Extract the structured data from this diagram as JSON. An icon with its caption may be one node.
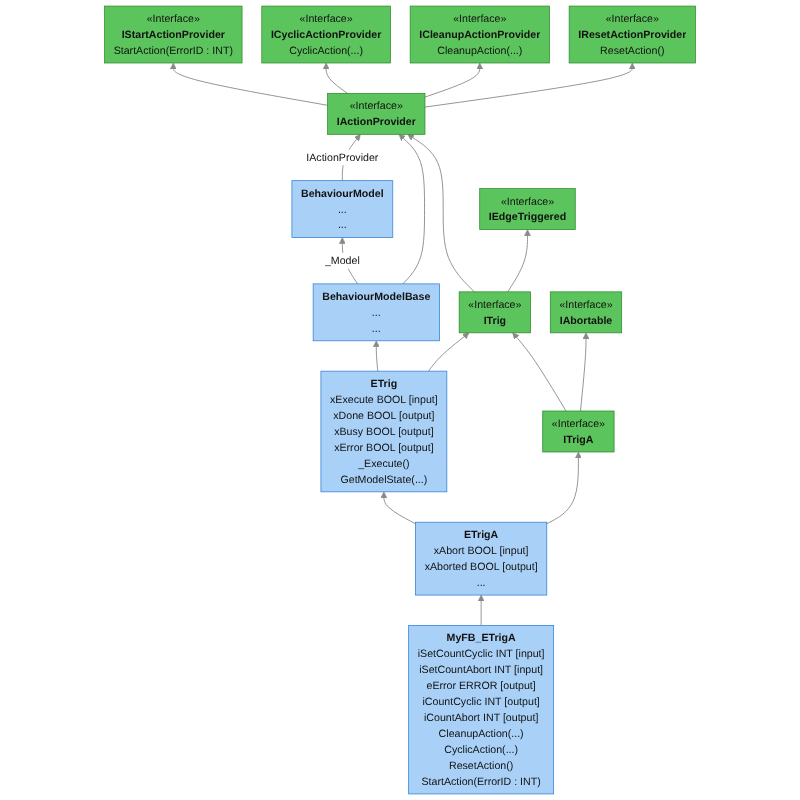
{
  "diagram": {
    "nodes": [
      {
        "text": [
          "«Interface»",
          "IActionProvider"
        ]
      },
      {
        "text": [
          "«Interface»",
          "IStartActionProvider",
          "StartAction(ErrorID : INT)"
        ]
      },
      {
        "text": [
          "ETrig",
          "xExecute BOOL [input]",
          "xDone BOOL [output]",
          "xBusy BOOL [output]",
          "xError BOOL [output]",
          "_Execute()",
          "GetModelState(...)"
        ]
      },
      {
        "text": [
          "«Interface»",
          "ITrig"
        ]
      },
      {
        "text": [
          "«Interface»",
          "IEdgeTriggered"
        ]
      },
      {
        "text": [
          "«Interface»",
          "ICyclicActionProvider",
          "CyclicAction(...)"
        ]
      },
      {
        "text": [
          "«Interface»",
          "ITrigA"
        ]
      },
      {
        "text": [
          "«Interface»",
          "IAbortable"
        ]
      },
      {
        "text": [
          "«Interface»",
          "ICleanupActionProvider",
          "CleanupAction(...)"
        ]
      },
      {
        "text": [
          "ETrigA",
          "xAbort BOOL [input]",
          "xAborted BOOL [output]",
          "..."
        ]
      },
      {
        "text": [
          "MyFB_ETrigA",
          "iSetCountCyclic INT [input]",
          "iSetCountAbort INT [input]",
          "eError ERROR [output]",
          "iCountCyclic INT [output]",
          "iCountAbort INT [output]",
          "CleanupAction(...)",
          "CyclicAction(...)",
          "ResetAction()",
          "StartAction(ErrorID : INT)"
        ]
      },
      {
        "text": [
          "«Interface»",
          "IResetActionProvider",
          "ResetAction()"
        ]
      },
      {
        "text": [
          "BehaviourModelBase",
          "...",
          "..."
        ]
      },
      {
        "text": [
          "BehaviourModel",
          "...",
          "..."
        ]
      }
    ],
    "edges": [
      {
        "from": 2,
        "to": 12,
        "arrow": "to"
      },
      {
        "from": 2,
        "to": 3,
        "arrow": "to"
      },
      {
        "from": 3,
        "to": 0,
        "arrow": "to"
      },
      {
        "from": 3,
        "to": 4,
        "arrow": "to"
      },
      {
        "from": 6,
        "to": 3,
        "arrow": "to"
      },
      {
        "from": 6,
        "to": 7,
        "arrow": "to"
      },
      {
        "from": 0,
        "to": 1,
        "arrow": "to"
      },
      {
        "from": 0,
        "to": 5,
        "arrow": "to"
      },
      {
        "from": 0,
        "to": 8,
        "arrow": "to"
      },
      {
        "from": 0,
        "to": 11,
        "arrow": "to"
      },
      {
        "from": 9,
        "to": 2,
        "arrow": "to"
      },
      {
        "from": 9,
        "to": 6,
        "arrow": "to"
      },
      {
        "from": 10,
        "to": 9,
        "arrow": "to"
      },
      {
        "from": 12,
        "to": 13,
        "arrow": "to",
        "label": "_Model"
      },
      {
        "from": 13,
        "to": 0,
        "arrow": "to",
        "label": "IActionProvider"
      },
      {
        "from": 12,
        "to": 0,
        "arrow": "to"
      }
    ]
  }
}
